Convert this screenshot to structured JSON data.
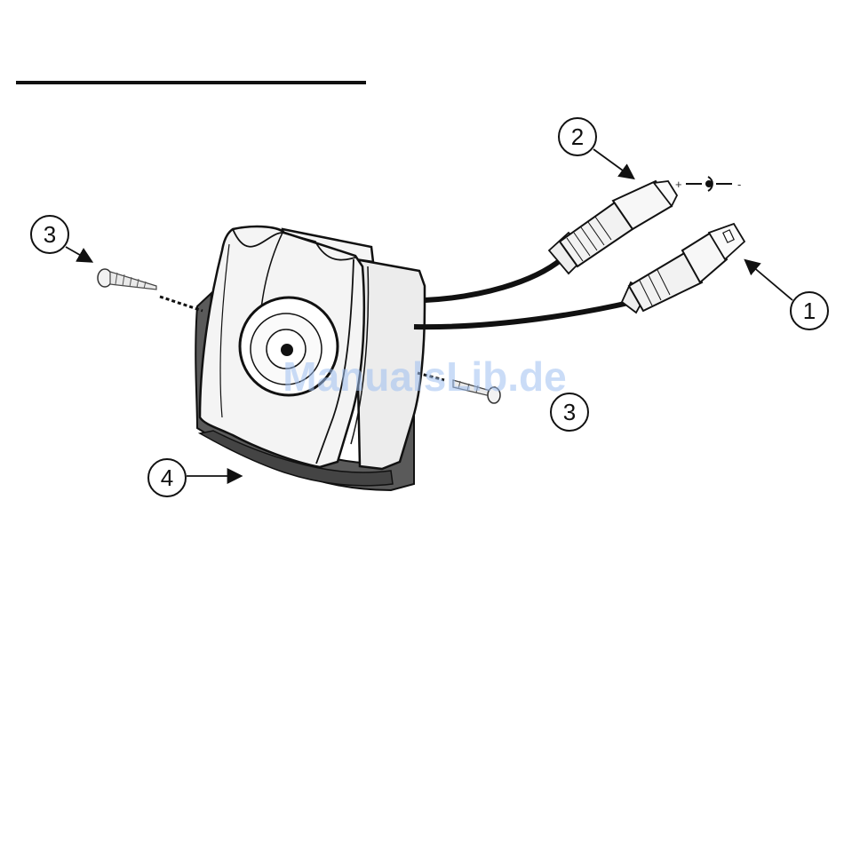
{
  "diagram": {
    "callouts": [
      {
        "id": "1",
        "label": "1"
      },
      {
        "id": "2",
        "label": "2"
      },
      {
        "id": "3a",
        "label": "3"
      },
      {
        "id": "3b",
        "label": "3"
      },
      {
        "id": "4",
        "label": "4"
      }
    ],
    "power_symbol": {
      "plus": "+",
      "minus": "-",
      "icon": "dc-polarity-icon"
    },
    "watermark": "ManualsLib.de",
    "colors": {
      "line": "#111111",
      "bracket": "#555555",
      "body": "#f2f2f2",
      "watermark": "#9fbff0"
    }
  }
}
